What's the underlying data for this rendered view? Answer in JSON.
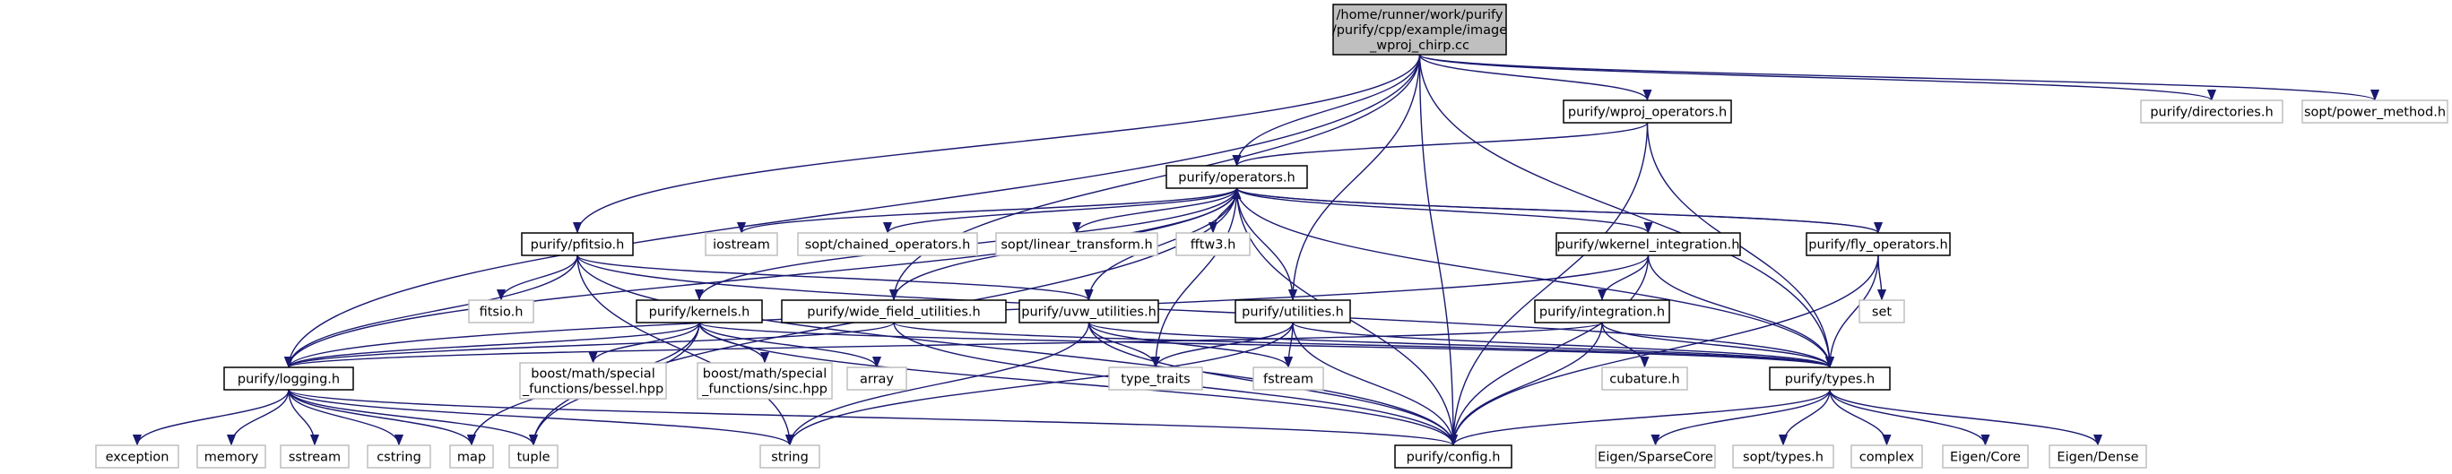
{
  "colors": {
    "edge": "#191970",
    "root_fill": "#bfbfbf",
    "system_border": "#bfbfbf",
    "local_border": "#000000"
  },
  "nodes": {
    "root": [
      "/home/runner/work/purify",
      "/purify/cpp/example/image",
      "_wproj_chirp.cc"
    ],
    "wproj_operators": "purify/wproj_operators.h",
    "directories": "purify/directories.h",
    "power_method": "sopt/power_method.h",
    "operators": "purify/operators.h",
    "pfitsio": "purify/pfitsio.h",
    "iostream": "iostream",
    "chained_operators": "sopt/chained_operators.h",
    "linear_transform": "sopt/linear_transform.h",
    "fftw3": "fftw3.h",
    "wkernel_integration": "purify/wkernel_integration.h",
    "fly_operators": "purify/fly_operators.h",
    "fitsio": "fitsio.h",
    "kernels": "purify/kernels.h",
    "wide_field_utilities": "purify/wide_field_utilities.h",
    "uvw_utilities": "purify/uvw_utilities.h",
    "utilities": "purify/utilities.h",
    "integration": "purify/integration.h",
    "set": "set",
    "logging": "purify/logging.h",
    "bessel": [
      "boost/math/special",
      "_functions/bessel.hpp"
    ],
    "sinc": [
      "boost/math/special",
      "_functions/sinc.hpp"
    ],
    "array": "array",
    "type_traits": "type_traits",
    "fstream": "fstream",
    "cubature": "cubature.h",
    "types": "purify/types.h",
    "exception": "exception",
    "memory": "memory",
    "sstream": "sstream",
    "cstring": "cstring",
    "map": "map",
    "tuple": "tuple",
    "string": "string",
    "config": "purify/config.h",
    "eigen_sparsecore": "Eigen/SparseCore",
    "sopt_types": "sopt/types.h",
    "complex": "complex",
    "eigen_core": "Eigen/Core",
    "eigen_dense": "Eigen/Dense"
  }
}
